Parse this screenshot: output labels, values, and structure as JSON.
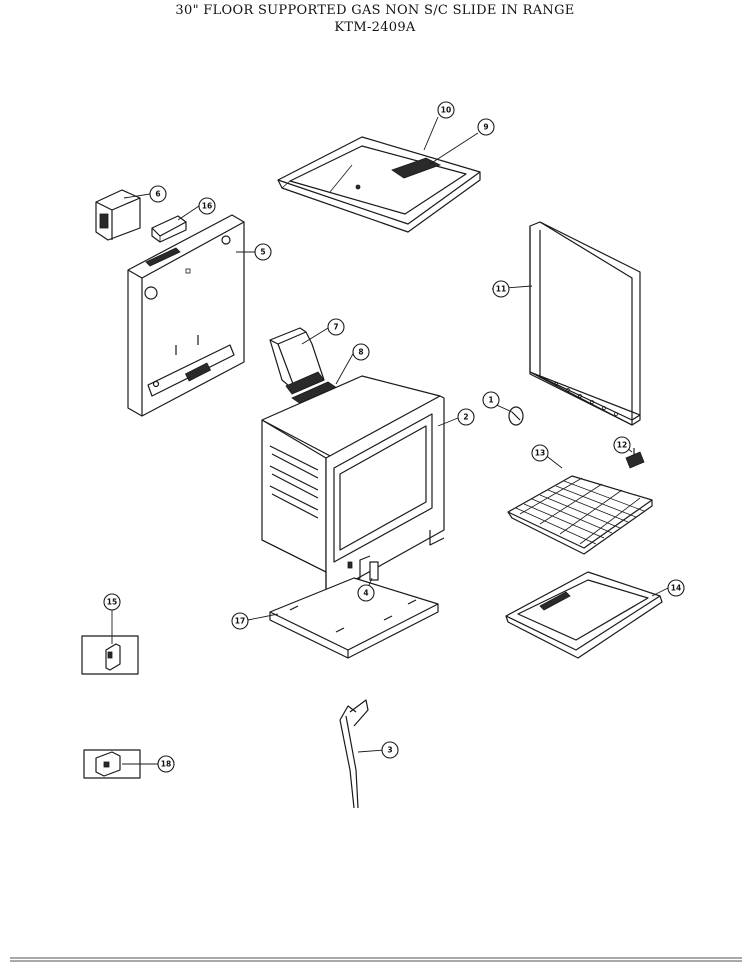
{
  "header": {
    "title": "30\" FLOOR SUPPORTED GAS NON S/C SLIDE IN RANGE",
    "model": "KTM-2409A"
  },
  "callouts": [
    "10",
    "9",
    "6",
    "16",
    "5",
    "11",
    "7",
    "8",
    "2",
    "1",
    "12",
    "13",
    "4",
    "14",
    "15",
    "17",
    "3",
    "18"
  ]
}
